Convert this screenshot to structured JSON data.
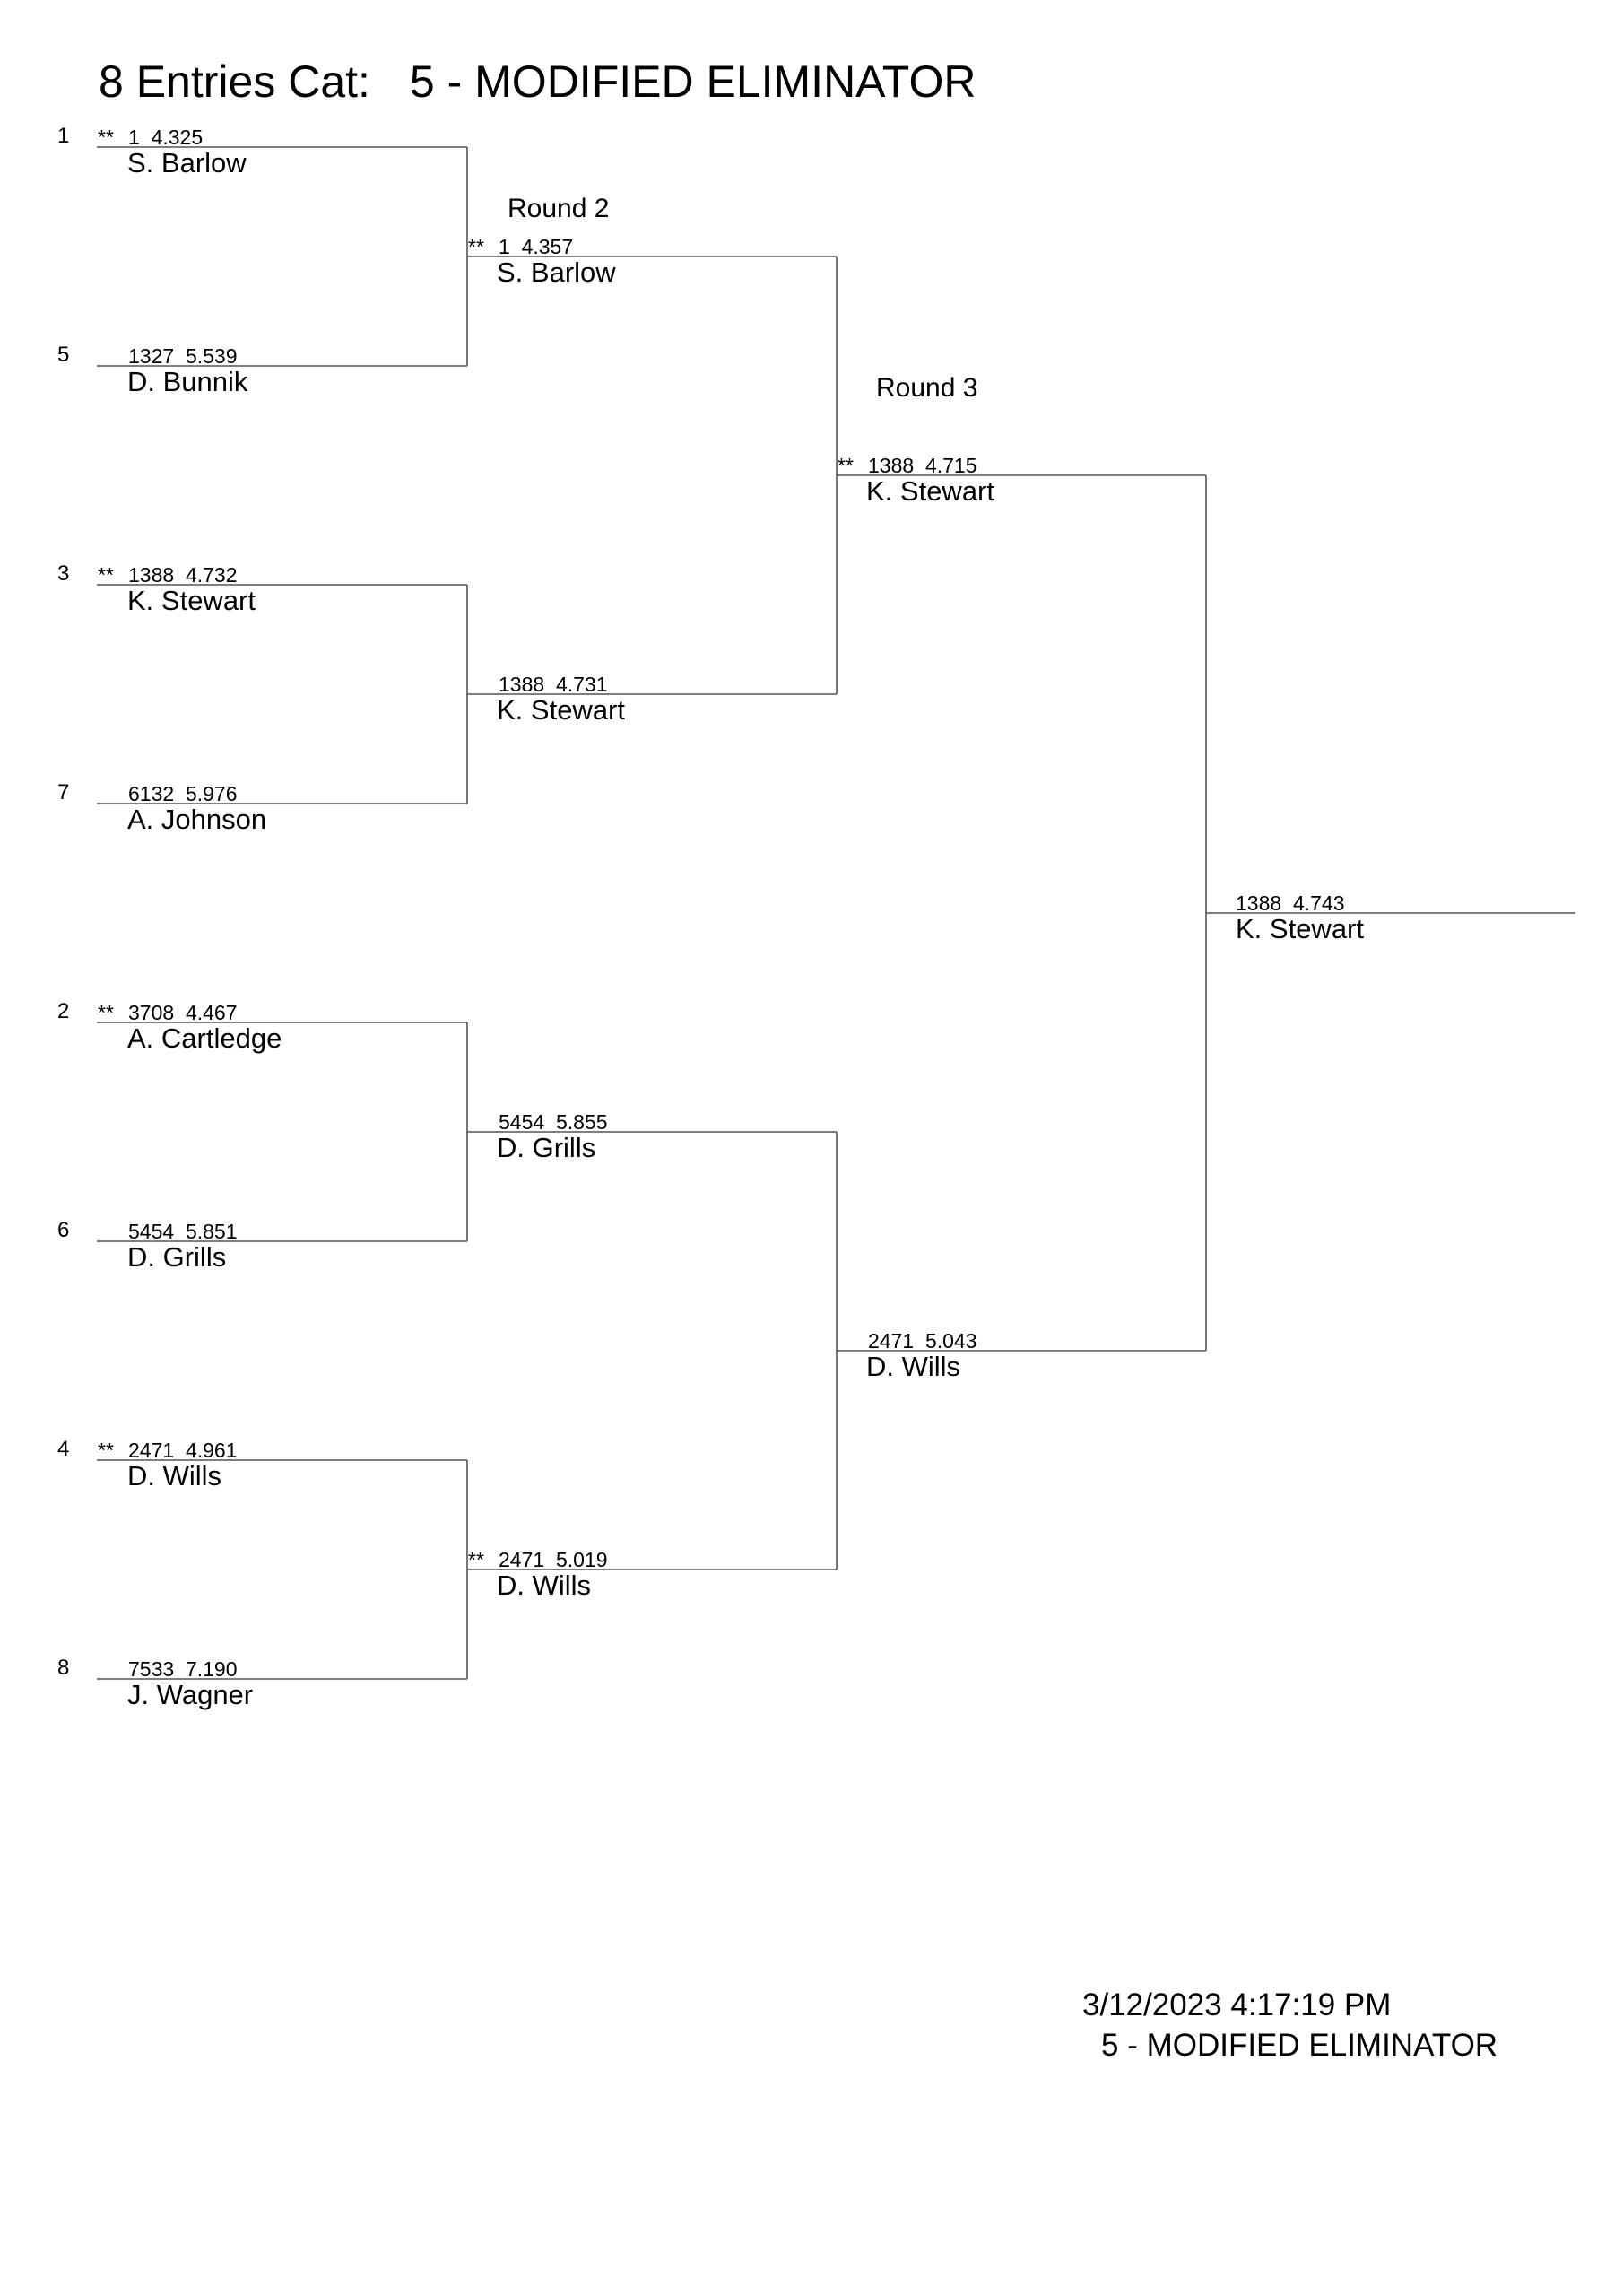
{
  "header": {
    "entries_label": "8 Entries Cat:",
    "category": "5 - MODIFIED ELIMINATOR"
  },
  "rounds": {
    "round2_label": "Round 2",
    "round3_label": "Round 3"
  },
  "round1": [
    {
      "seed": "1",
      "star": "**",
      "number": "1",
      "time": "4.325",
      "name": "S. Barlow"
    },
    {
      "seed": "5",
      "star": "",
      "number": "1327",
      "time": "5.539",
      "name": "D. Bunnik"
    },
    {
      "seed": "3",
      "star": "**",
      "number": "1388",
      "time": "4.732",
      "name": "K. Stewart"
    },
    {
      "seed": "7",
      "star": "",
      "number": "6132",
      "time": "5.976",
      "name": "A. Johnson"
    },
    {
      "seed": "2",
      "star": "**",
      "number": "3708",
      "time": "4.467",
      "name": "A. Cartledge"
    },
    {
      "seed": "6",
      "star": "",
      "number": "5454",
      "time": "5.851",
      "name": "D. Grills"
    },
    {
      "seed": "4",
      "star": "**",
      "number": "2471",
      "time": "4.961",
      "name": "D. Wills"
    },
    {
      "seed": "8",
      "star": "",
      "number": "7533",
      "time": "7.190",
      "name": "J. Wagner"
    }
  ],
  "round2": [
    {
      "star": "**",
      "number": "1",
      "time": "4.357",
      "name": "S. Barlow"
    },
    {
      "star": "",
      "number": "1388",
      "time": "4.731",
      "name": "K. Stewart"
    },
    {
      "star": "",
      "number": "5454",
      "time": "5.855",
      "name": "D. Grills"
    },
    {
      "star": "**",
      "number": "2471",
      "time": "5.019",
      "name": "D. Wills"
    }
  ],
  "round3": [
    {
      "star": "**",
      "number": "1388",
      "time": "4.715",
      "name": "K. Stewart"
    },
    {
      "star": "",
      "number": "2471",
      "time": "5.043",
      "name": "D. Wills"
    }
  ],
  "final": {
    "star": "",
    "number": "1388",
    "time": "4.743",
    "name": "K. Stewart"
  },
  "footer": {
    "timestamp": "3/12/2023 4:17:19 PM",
    "category": "5 - MODIFIED ELIMINATOR"
  }
}
